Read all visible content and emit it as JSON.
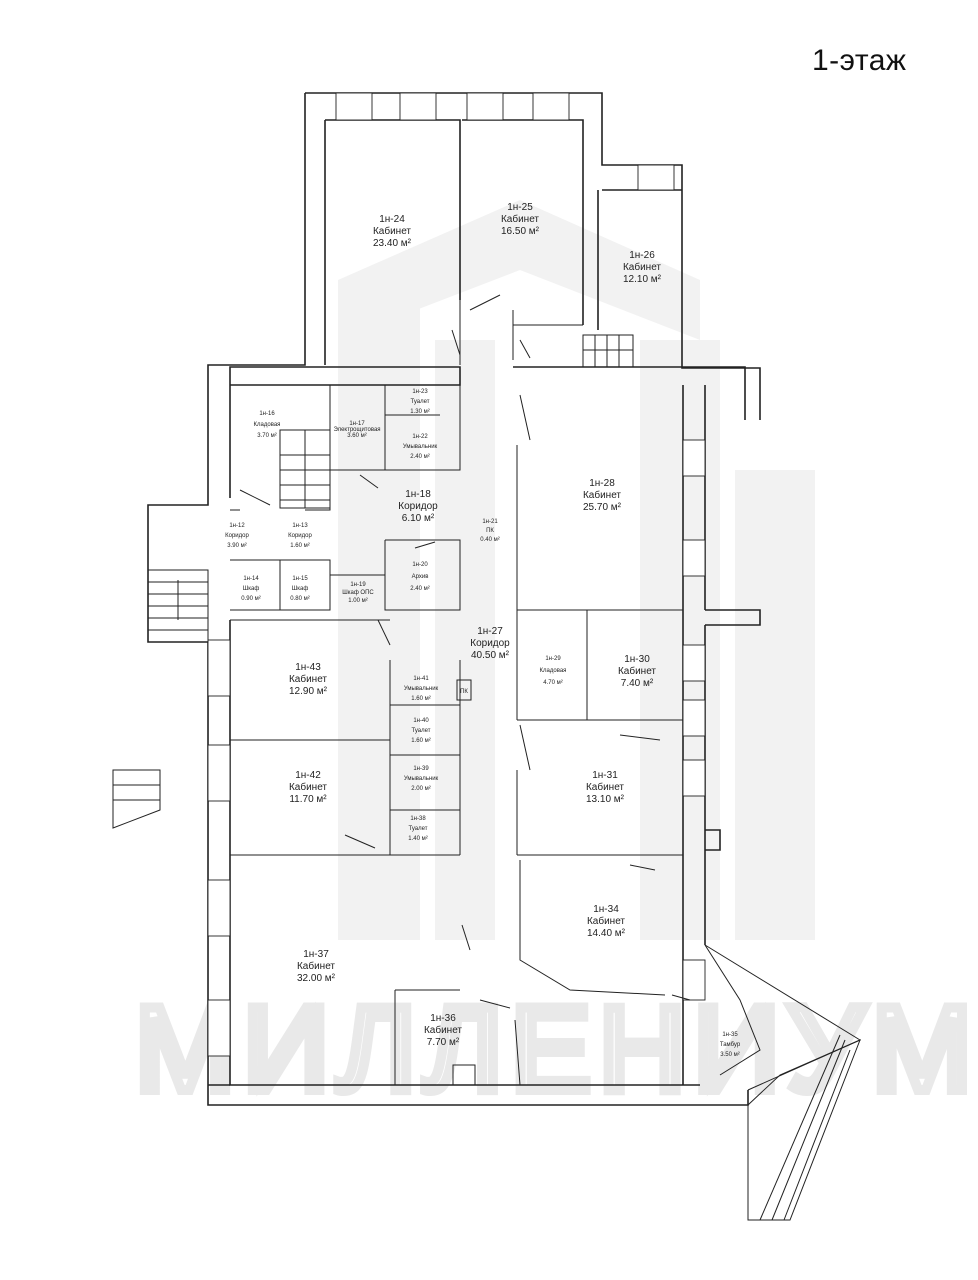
{
  "floor_title": "1-этаж",
  "watermark": "МИЛЛЕНИУМ",
  "rooms": [
    {
      "id": "1н-24",
      "name": "Кабинет",
      "area": "23.40 м²"
    },
    {
      "id": "1н-25",
      "name": "Кабинет",
      "area": "16.50 м²"
    },
    {
      "id": "1н-26",
      "name": "Кабинет",
      "area": "12.10 м²"
    },
    {
      "id": "1н-16",
      "name": "Кладовая",
      "area": "3.70 м²"
    },
    {
      "id": "1н-17",
      "name": "Электрощитовая",
      "area": "3.60 м²"
    },
    {
      "id": "1н-23",
      "name": "Туалет",
      "area": "1.30 м²"
    },
    {
      "id": "1н-22",
      "name": "Умывальник",
      "area": "2.40 м²"
    },
    {
      "id": "1н-28",
      "name": "Кабинет",
      "area": "25.70 м²"
    },
    {
      "id": "1н-18",
      "name": "Коридор",
      "area": "6.10 м²"
    },
    {
      "id": "1н-12",
      "name": "Коридор",
      "area": "3.90 м²"
    },
    {
      "id": "1н-13",
      "name": "Коридор",
      "area": "1.60 м²"
    },
    {
      "id": "1н-21",
      "name": "ПК",
      "area": "0.40 м²"
    },
    {
      "id": "1н-14",
      "name": "Шкаф",
      "area": "0.90 м²"
    },
    {
      "id": "1н-15",
      "name": "Шкаф",
      "area": "0.80 м²"
    },
    {
      "id": "1н-19",
      "name": "Шкаф ОПС",
      "area": "1.00 м²"
    },
    {
      "id": "1н-20",
      "name": "Архив",
      "area": "2.40 м²"
    },
    {
      "id": "1н-27",
      "name": "Коридор",
      "area": "40.50 м²"
    },
    {
      "id": "1н-43",
      "name": "Кабинет",
      "area": "12.90 м²"
    },
    {
      "id": "1н-41",
      "name": "Умывальник",
      "area": "1.60 м²"
    },
    {
      "id": "1н-29",
      "name": "Кладовая",
      "area": "4.70 м²"
    },
    {
      "id": "1н-30",
      "name": "Кабинет",
      "area": "7.40 м²"
    },
    {
      "id": "1н-40",
      "name": "Туалет",
      "area": "1.60 м²"
    },
    {
      "id": "1н-42",
      "name": "Кабинет",
      "area": "11.70 м²"
    },
    {
      "id": "1н-39",
      "name": "Умывальник",
      "area": "2.00 м²"
    },
    {
      "id": "1н-31",
      "name": "Кабинет",
      "area": "13.10 м²"
    },
    {
      "id": "1н-38",
      "name": "Туалет",
      "area": "1.40 м²"
    },
    {
      "id": "1н-34",
      "name": "Кабинет",
      "area": "14.40 м²"
    },
    {
      "id": "1н-37",
      "name": "Кабинет",
      "area": "32.00 м²"
    },
    {
      "id": "1н-36",
      "name": "Кабинет",
      "area": "7.70 м²"
    },
    {
      "id": "1н-35",
      "name": "Тамбур",
      "area": "3.50 м²"
    }
  ],
  "pk_label": "ПК"
}
